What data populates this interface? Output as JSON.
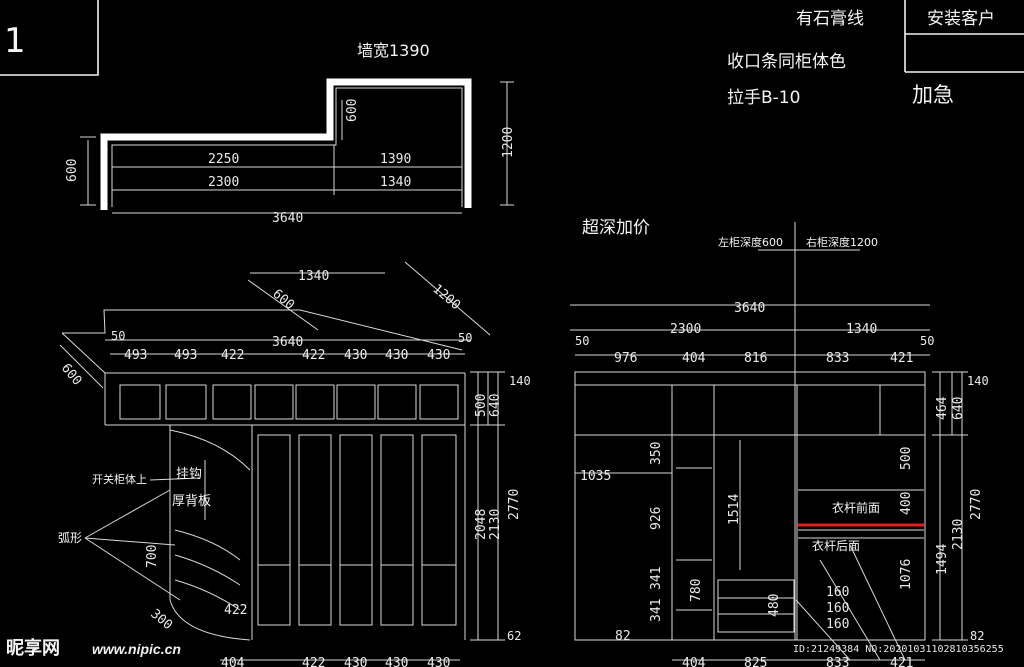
{
  "title_block": {
    "sheet_no": "1",
    "note_gypsum": "有石膏线",
    "install_client": "安装客户",
    "note_trim": "收口条同柜体色",
    "note_handle": "拉手B-10",
    "urgent": "加急"
  },
  "floor_plan": {
    "wall_width_label": "墙宽1390",
    "dims": {
      "d2250": "2250",
      "d1390": "1390",
      "d2300": "2300",
      "d1340": "1340",
      "d3640": "3640",
      "d600_left": "600",
      "d600_inner": "600",
      "d1200": "1200"
    }
  },
  "iso_view": {
    "dims": {
      "d1340": "1340",
      "d600_top": "600",
      "d1200": "1200",
      "d3640": "3640",
      "d50a": "50",
      "d50b": "50",
      "d600_left": "600",
      "d493a": "493",
      "d493b": "493",
      "d422a": "422",
      "d422b": "422",
      "d430a": "430",
      "d430b": "430",
      "d430c": "430",
      "d140": "140",
      "d500": "500",
      "d640": "640",
      "d2048": "2048",
      "d2130": "2130",
      "d2770": "2770",
      "d62": "62",
      "d700": "700",
      "d422c": "422",
      "d300": "300",
      "b404": "404",
      "b422": "422",
      "b430a": "430",
      "b430b": "430",
      "b430c": "430"
    },
    "labels": {
      "switch_cabinet": "开关柜体上",
      "hook": "挂钩",
      "thick_back": "厚背板",
      "arc": "弧形"
    }
  },
  "front_view": {
    "extra_depth": "超深加价",
    "depth_note": {
      "left": "左柜深度600",
      "right": "右柜深度1200"
    },
    "dims": {
      "d3640": "3640",
      "d2300": "2300",
      "d1340": "1340",
      "d50a": "50",
      "d50b": "50",
      "d976": "976",
      "d404": "404",
      "d816": "816",
      "d833": "833",
      "d421": "421",
      "d140": "140",
      "d464": "464",
      "d640": "640",
      "d2770": "2770",
      "d2130": "2130",
      "d1494": "1494",
      "d1035": "1035",
      "d350": "350",
      "d926": "926",
      "d1514": "1514",
      "d500": "500",
      "d400": "400",
      "d1076": "1076",
      "d780": "780",
      "d480": "480",
      "d160a": "160",
      "d160b": "160",
      "d160c": "160",
      "d341a": "341",
      "d341b": "341",
      "d82a": "82",
      "d82b": "82",
      "b404": "404",
      "b825": "825",
      "b833": "833",
      "b421": "421"
    },
    "labels": {
      "rod_front": "衣杆前面",
      "rod_back": "衣杆后面"
    }
  },
  "watermark": {
    "logo": "昵享网",
    "url": "www.nipic.cn",
    "id": "ID:21249384 NO:20201031102810356255"
  }
}
